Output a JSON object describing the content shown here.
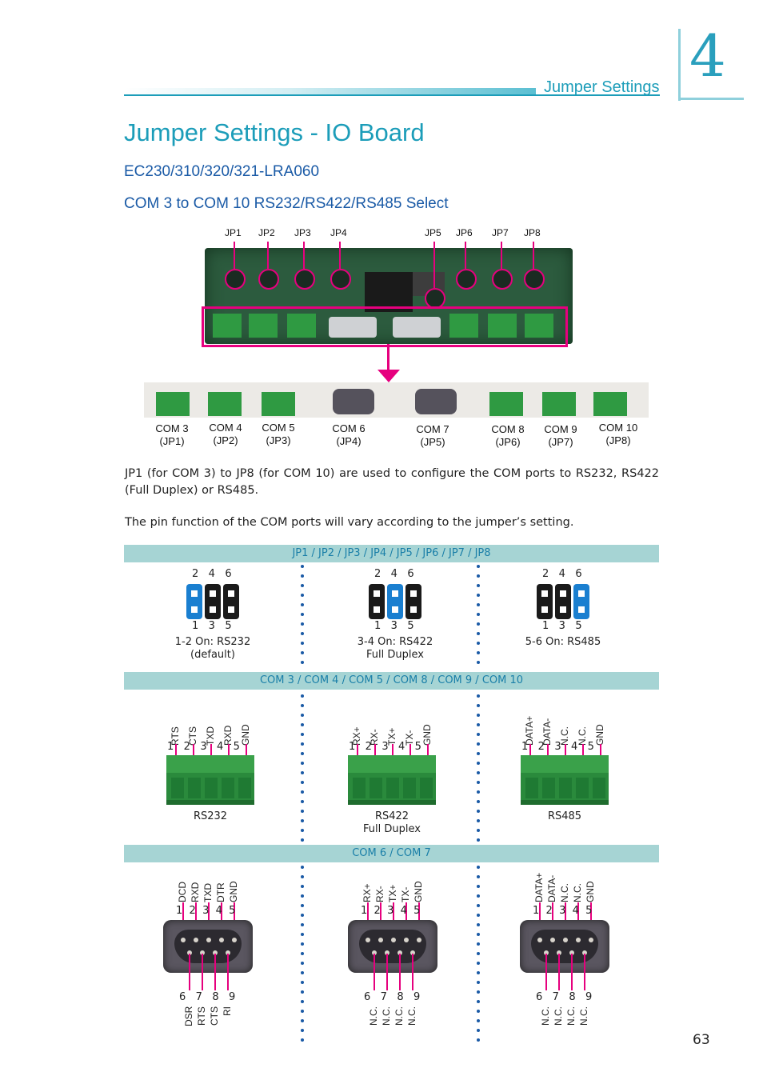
{
  "header": {
    "section": "Jumper Settings",
    "chapter": "4"
  },
  "title": "Jumper Settings - IO Board",
  "model": "EC230/310/320/321-LRA060",
  "subtitle": "COM 3 to COM 10 RS232/RS422/RS485 Select",
  "board_jumpers": [
    "JP1",
    "JP2",
    "JP3",
    "JP4",
    "JP5",
    "JP6",
    "JP7",
    "JP8"
  ],
  "com_ports": [
    {
      "name": "COM 3",
      "jp": "(JP1)"
    },
    {
      "name": "COM 4",
      "jp": "(JP2)"
    },
    {
      "name": "COM 5",
      "jp": "(JP3)"
    },
    {
      "name": "COM 6",
      "jp": "(JP4)"
    },
    {
      "name": "COM 7",
      "jp": "(JP5)"
    },
    {
      "name": "COM 8",
      "jp": "(JP6)"
    },
    {
      "name": "COM 9",
      "jp": "(JP7)"
    },
    {
      "name": "COM 10",
      "jp": "(JP8)"
    }
  ],
  "para1": "JP1 (for COM 3) to JP8 (for COM 10) are used to configure the COM ports to RS232, RS422 (Full Duplex) or RS485.",
  "para2": "The pin function of the COM ports will vary according to the jumper’s setting.",
  "band1": "JP1 / JP2 / JP3 / JP4 / JP5 / JP6 / JP7 / JP8",
  "band2": "COM 3 / COM 4 / COM 5 / COM 8 / COM 9 / COM 10",
  "band3": "COM 6 / COM 7",
  "jumper_settings": [
    {
      "top": "2   4   6",
      "bottom": "1   3   5",
      "line1": "1-2 On: RS232",
      "line2": "(default)"
    },
    {
      "top": "2   4   6",
      "bottom": "1   3   5",
      "line1": "3-4 On: RS422",
      "line2": "Full Duplex"
    },
    {
      "top": "2   4   6",
      "bottom": "1   3   5",
      "line1": "5-6 On: RS485",
      "line2": ""
    }
  ],
  "terminal_blocks": [
    {
      "signals": [
        "RTS",
        "CTS",
        "TXD",
        "RXD",
        "GND"
      ],
      "pins": "1   2   3   4   5",
      "line1": "RS232",
      "line2": ""
    },
    {
      "signals": [
        "RX+",
        "RX-",
        "TX+",
        "TX-",
        "GND"
      ],
      "pins": "1   2   3   4   5",
      "line1": "RS422",
      "line2": "Full Duplex"
    },
    {
      "signals": [
        "DATA+",
        "DATA-",
        "N.C.",
        "N.C.",
        "GND"
      ],
      "pins": "1   2   3   4   5",
      "line1": "RS485",
      "line2": ""
    }
  ],
  "db9": [
    {
      "top_signals": [
        "DCD",
        "RXD",
        "TXD",
        "DTR",
        "GND"
      ],
      "top_pins": "1  2  3  4  5",
      "bottom_pins": "6   7   8   9",
      "bottom_signals": [
        "DSR",
        "RTS",
        "CTS",
        "RI"
      ]
    },
    {
      "top_signals": [
        "RX+",
        "RX-",
        "TX+",
        "TX-",
        "GND"
      ],
      "top_pins": "1  2  3  4  5",
      "bottom_pins": "6   7   8   9",
      "bottom_signals": [
        "N.C.",
        "N.C.",
        "N.C.",
        "N.C."
      ]
    },
    {
      "top_signals": [
        "DATA+",
        "DATA-",
        "N.C.",
        "N.C.",
        "GND"
      ],
      "top_pins": "1  2  3  4  5",
      "bottom_pins": "6   7   8   9",
      "bottom_signals": [
        "N.C.",
        "N.C.",
        "N.C.",
        "N.C."
      ]
    }
  ],
  "page_number": "63",
  "colors": {
    "accent": "#1c9db9",
    "heading_blue": "#1a5aa6",
    "highlight": "#e6007e",
    "band": "#a6d4d4",
    "jumper_on": "#1a7fd0",
    "jumper_off": "#1a1a1a"
  }
}
